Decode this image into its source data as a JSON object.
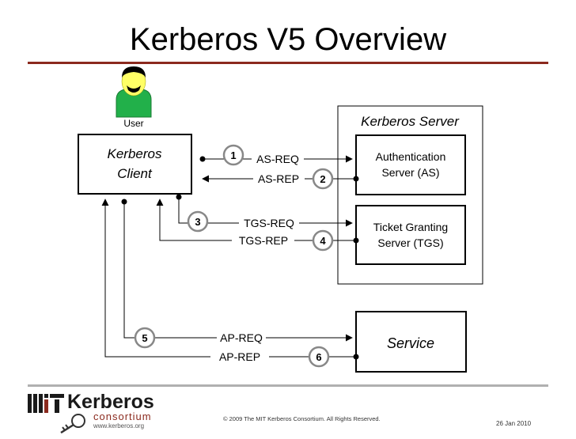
{
  "title": "Kerberos V5 Overview",
  "user": {
    "label": "User"
  },
  "client": {
    "line1": "Kerberos",
    "line2": "Client"
  },
  "server": {
    "title": "Kerberos Server",
    "as": {
      "line1": "Authentication",
      "line2": "Server (AS)"
    },
    "tgs": {
      "line1": "Ticket Granting",
      "line2": "Server (TGS)"
    }
  },
  "service": {
    "label": "Service"
  },
  "messages": [
    {
      "num": "1",
      "label": "AS-REQ"
    },
    {
      "num": "2",
      "label": "AS-REP"
    },
    {
      "num": "3",
      "label": "TGS-REQ"
    },
    {
      "num": "4",
      "label": "TGS-REP"
    },
    {
      "num": "5",
      "label": "AP-REQ"
    },
    {
      "num": "6",
      "label": "AP-REP"
    }
  ],
  "footer": {
    "logo_word": "Kerberos",
    "logo_sub": "consortium",
    "logo_url": "www.kerberos.org",
    "copyright": "© 2009 The MIT Kerberos Consortium. All Rights Reserved.",
    "date": "26 Jan 2010"
  }
}
